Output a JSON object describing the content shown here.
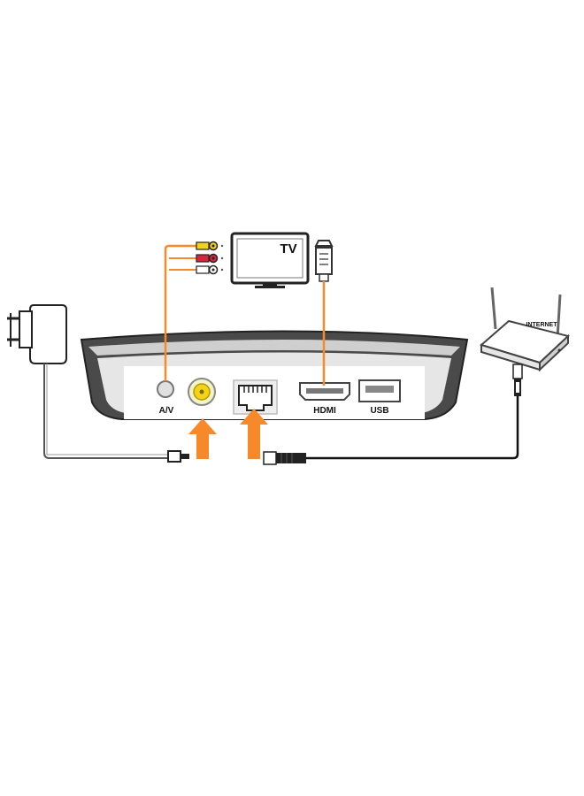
{
  "labels": {
    "tv": "TV",
    "router": "INTERNET",
    "av_port": "A/V",
    "hdmi_port": "HDMI",
    "usb_port": "USB"
  },
  "colors": {
    "accent": "#f7892b",
    "device_body": "#4a4a4a",
    "device_panel": "#d9d9d9",
    "cable": "#111111",
    "rca_yellow": "#f2d21b",
    "rca_red": "#d7263d",
    "rca_white": "#ffffff"
  },
  "icons": {
    "power_adapter": "power-adapter-icon",
    "tv": "tv-icon",
    "router": "router-icon",
    "hdmi_plug": "hdmi-plug-icon",
    "rca_plugs": "rca-plug-icon",
    "ethernet_plug": "ethernet-plug-icon",
    "arrows": "arrow-up-icon"
  }
}
